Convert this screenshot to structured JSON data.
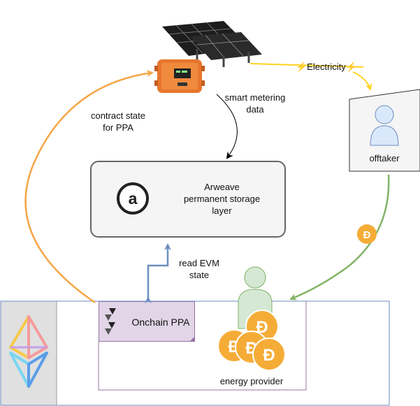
{
  "labels": {
    "electricity": "⚡Electricity⚡",
    "offtaker": "offtaker",
    "smart_metering": "smart metering\ndata",
    "contract_state": "contract state\nfor PPA",
    "arweave": "Arweave\npermanent storage\nlayer",
    "arweave_logo_letter": "a",
    "read_evm": "read EVM\nstate",
    "onchain_ppa": "Onchain PPA",
    "energy_provider": "energy provider"
  },
  "colors": {
    "orange_arrow": "#f5a646",
    "yellow_arrow": "#ffd21f",
    "green_arrow": "#82b366",
    "blue_arrow": "#6c8ebf",
    "dai_gold": "#f5ac37",
    "purple_border": "#9673a6",
    "purple_fill": "#e1d5e7",
    "offtaker_person": "#dae8fc",
    "provider_person": "#d5e8d4"
  },
  "icons": {
    "solar": "solar-panel-icon",
    "meter": "smart-meter-icon",
    "arweave": "arweave-logo-icon",
    "onchain": "solidity-logo-icon",
    "ethereum": "ethereum-logo-icon",
    "dai": "dai-coin-icon",
    "person": "person-icon"
  }
}
